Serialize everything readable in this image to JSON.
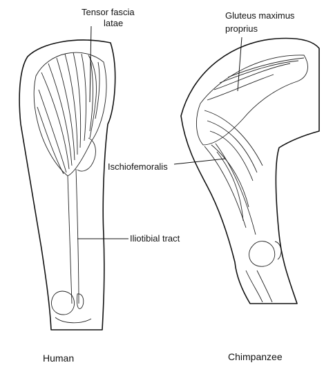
{
  "labels": {
    "tensor_fascia": [
      "Tensor fascia",
      "latae"
    ],
    "gluteus_maximus": [
      "Gluteus maximus",
      "proprius"
    ],
    "ischiofemoralis": "Ischiofemoralis",
    "iliotibial_tract": "Iliotibial tract"
  },
  "captions": {
    "human": "Human",
    "chimpanzee": "Chimpanzee"
  }
}
